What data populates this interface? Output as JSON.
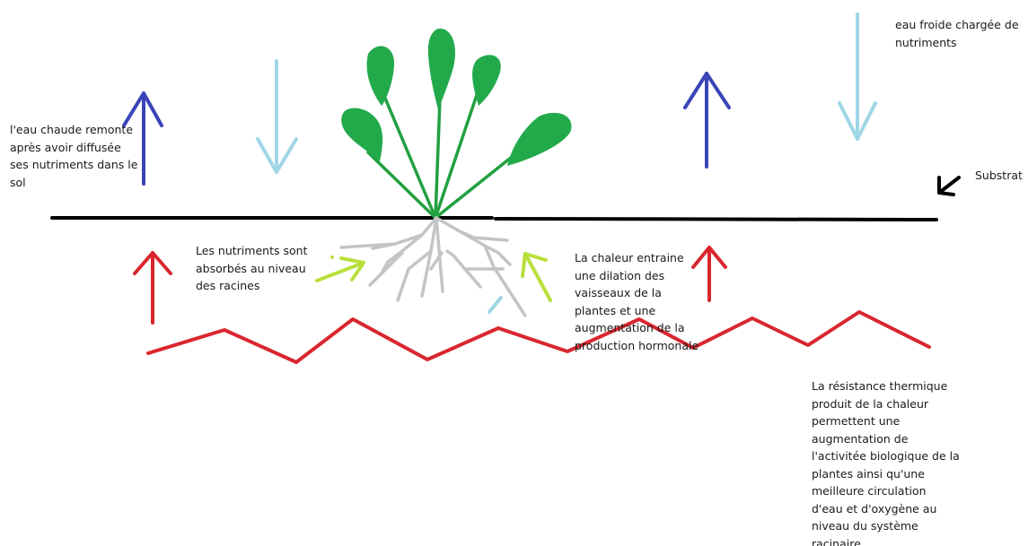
{
  "labels": {
    "cold_water": "eau froide chargée de\nnutriments",
    "warm_water": "l'eau chaude remonte\naprès avoir diffusée\nses nutriments dans le\nsol",
    "substrate": "Substrat",
    "nutrients_absorbed": "Les nutriments sont\nabsorbés au niveau\ndes racines",
    "heat_dilation": "La chaleur entraine\nune dilation des\nvaisseaux de la\nplantes et une\naugmentation de la\nproduction hormonale",
    "thermal_resistance": "La résistance thermique\nproduit de la chaleur\npermettent une\naugmentation de\nl'activitée biologique de la\nplantes ainsi qu'une\nmeilleure circulation\nd'eau et d'oxygène au\nniveau du système\nracinaire"
  },
  "colors": {
    "warm_water_arrow": "#3a44b8",
    "cold_water_arrow": "#9fd6e6",
    "heat_arrow": "#d9262e",
    "heating_wire": "#d9262e",
    "nutrient_arrow": "#b8e03c",
    "leaves": "#22aa4a",
    "stems": "#22a040",
    "roots": "#c4c4c4",
    "substrate_line": "#000000",
    "pointer_arrow": "#000000"
  }
}
